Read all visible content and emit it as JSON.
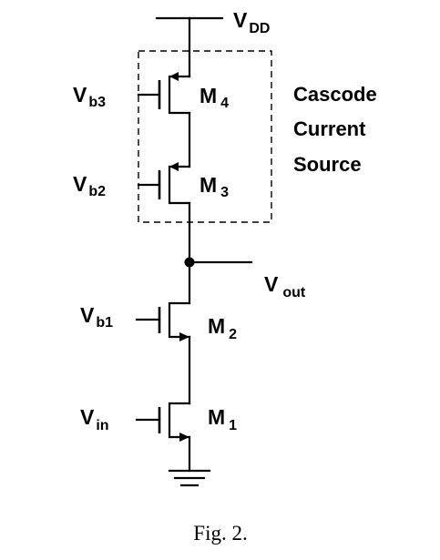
{
  "supply": {
    "name": "V",
    "sub": "DD"
  },
  "transistors": [
    {
      "id": "M4",
      "name": "M",
      "sub": "4",
      "gate_name": "V",
      "gate_sub": "b3",
      "type": "pmos"
    },
    {
      "id": "M3",
      "name": "M",
      "sub": "3",
      "gate_name": "V",
      "gate_sub": "b2",
      "type": "pmos"
    },
    {
      "id": "M2",
      "name": "M",
      "sub": "2",
      "gate_name": "V",
      "gate_sub": "b1",
      "type": "nmos"
    },
    {
      "id": "M1",
      "name": "M",
      "sub": "1",
      "gate_name": "V",
      "gate_sub": "in",
      "type": "nmos"
    }
  ],
  "output": {
    "name": "V",
    "sub": "out"
  },
  "box_label": [
    "Cascode",
    "Current",
    "Source"
  ],
  "caption": "Fig. 2."
}
